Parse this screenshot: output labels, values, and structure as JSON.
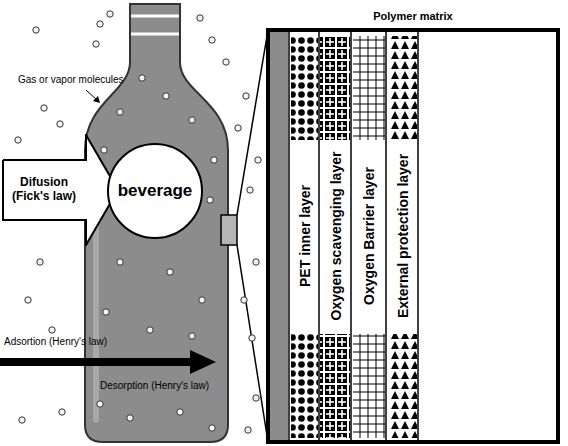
{
  "diagram": {
    "nodes": [
      {
        "text": [
          "Difusion (Fick's law)"
        ]
      },
      {
        "text": [
          "beverage"
        ]
      },
      {
        "text": [
          "Polymer matrix"
        ]
      },
      {
        "text": [
          "PET inner layer"
        ],
        "in": 2
      },
      {
        "text": [
          "Oxygen scavenging layer"
        ],
        "in": 2
      },
      {
        "text": [
          "Oxygen Barrier layer"
        ],
        "in": 2
      },
      {
        "text": [
          "External protection layer"
        ],
        "in": 2
      }
    ],
    "labels": [
      "Gas or vapor molecules",
      "Adsortion (Henry's law)",
      "Desorption (Henry's law)"
    ]
  }
}
